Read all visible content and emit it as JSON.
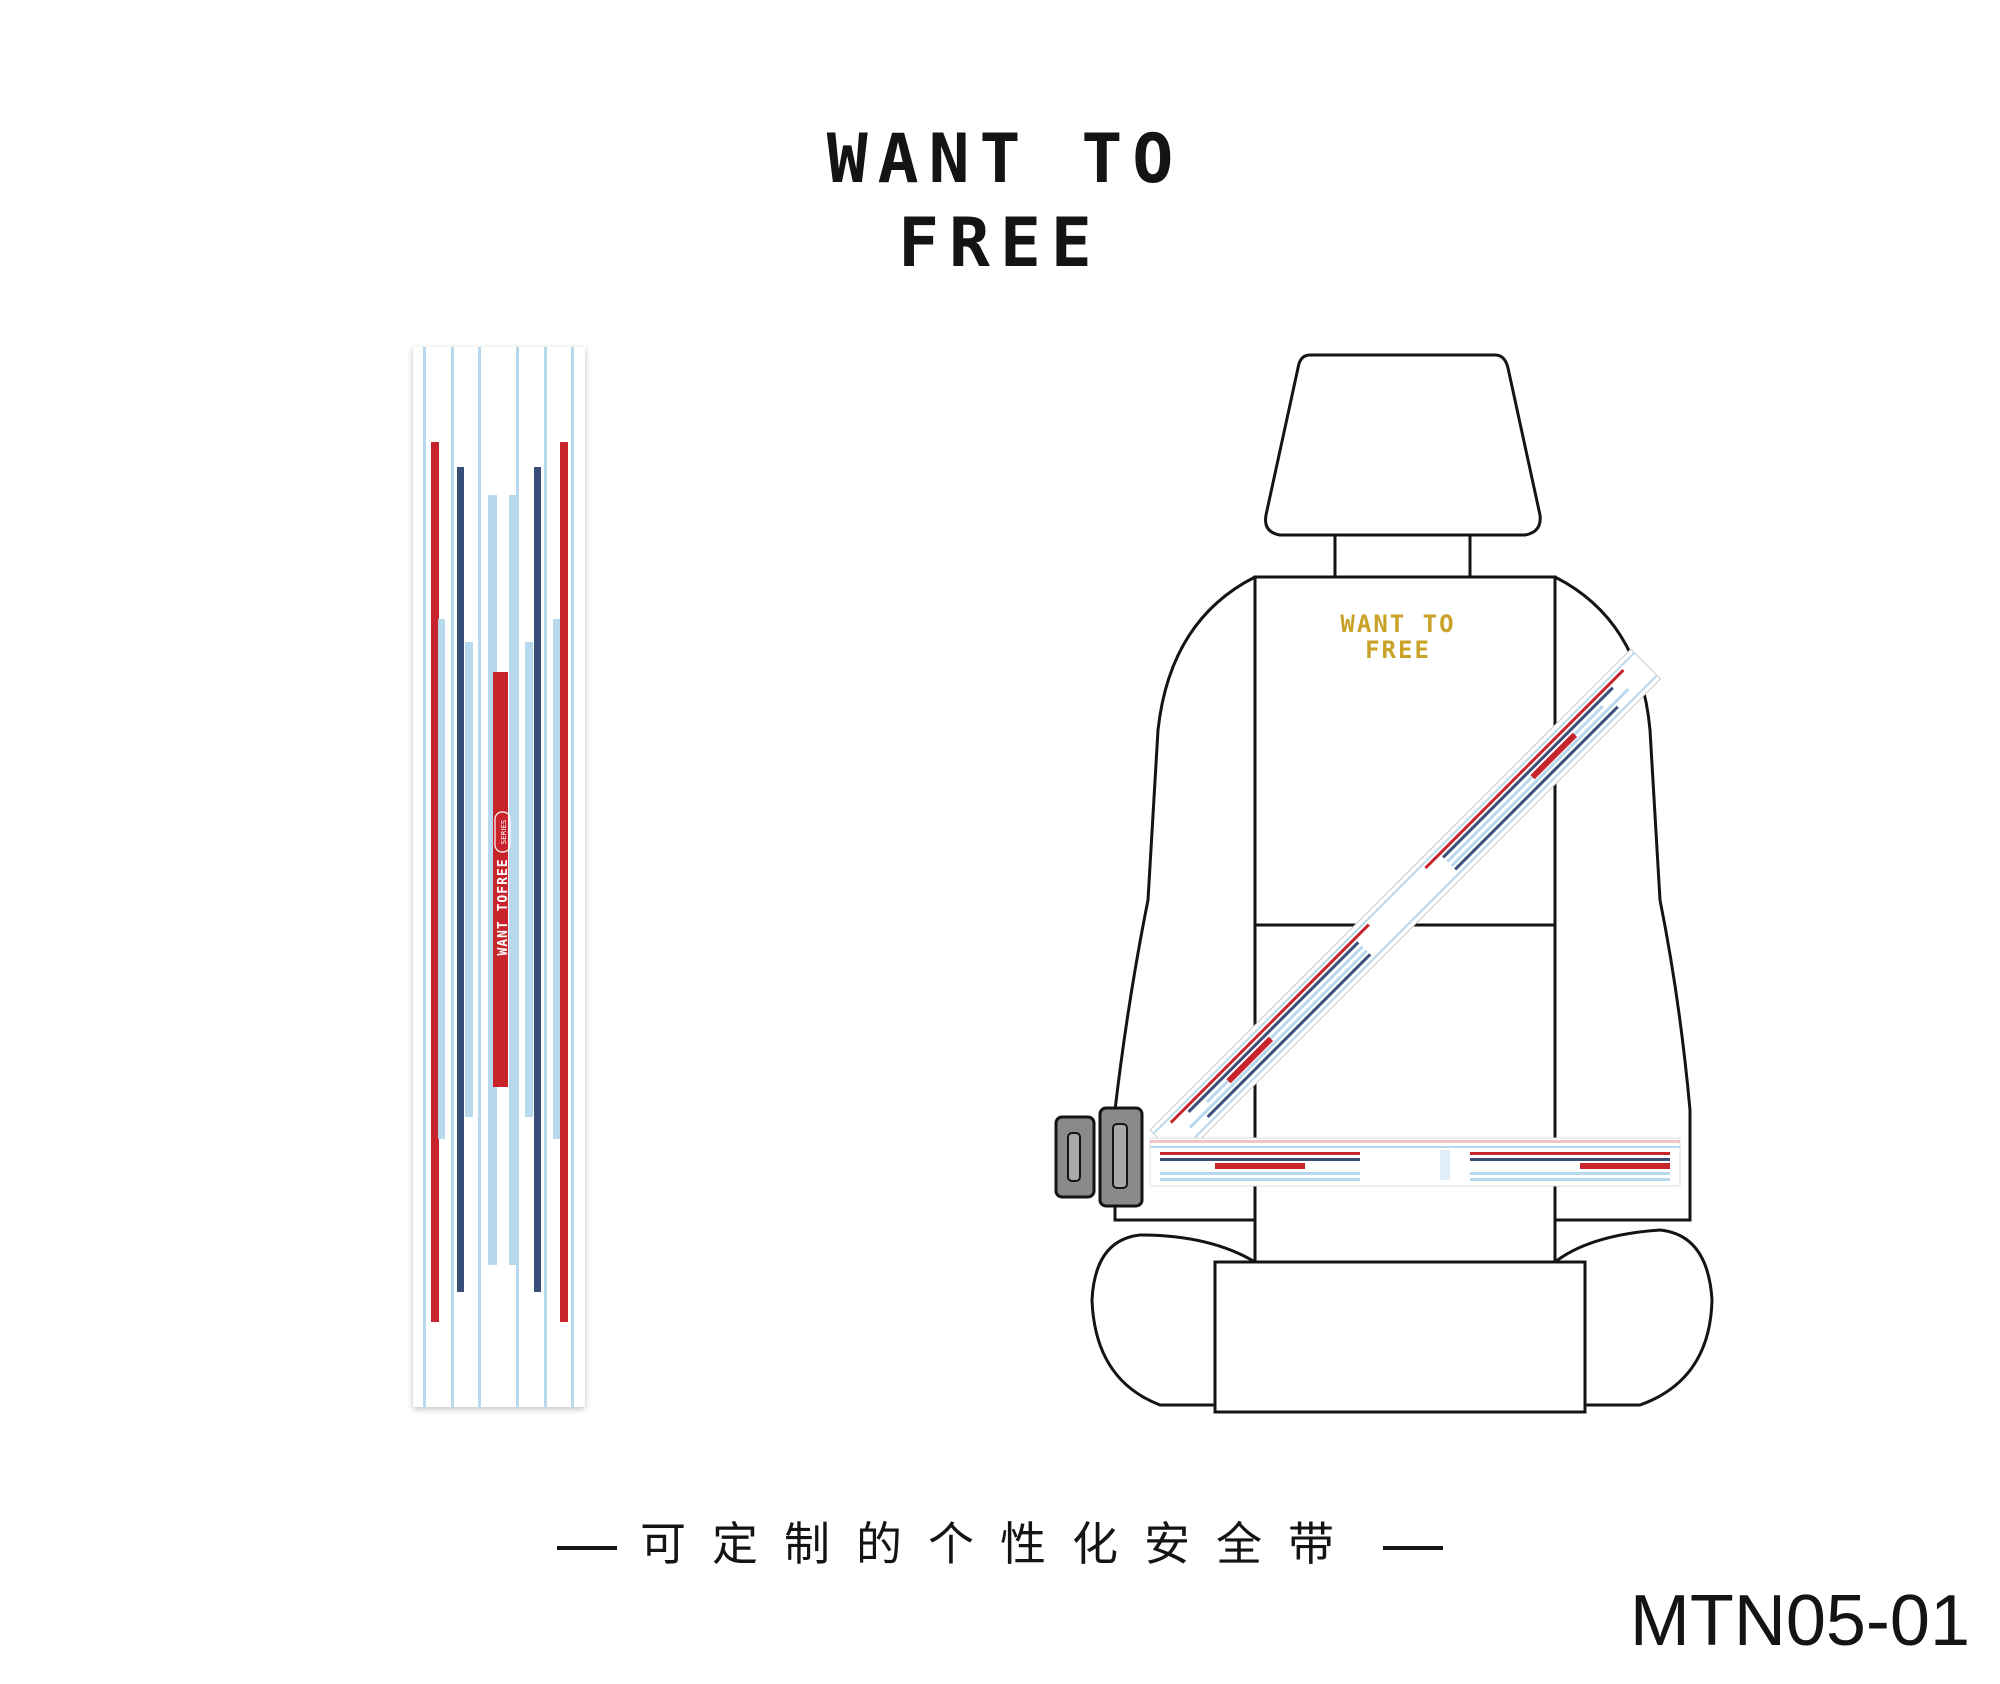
{
  "logo": {
    "line1": "WANT TO",
    "line2": "FREE"
  },
  "strap": {
    "text": "WANT TOFREE",
    "badge": "SERIES",
    "colors": {
      "red": "#c8242c",
      "navy": "#3a4e7a",
      "light_blue": "#b8d8ee",
      "white": "#ffffff"
    }
  },
  "seat": {
    "logo_line1": "WANT TO",
    "logo_line2": "FREE",
    "logo_color": "#c9a227"
  },
  "tagline": "可定制的个性化安全带",
  "model_code": "MTN05-01"
}
